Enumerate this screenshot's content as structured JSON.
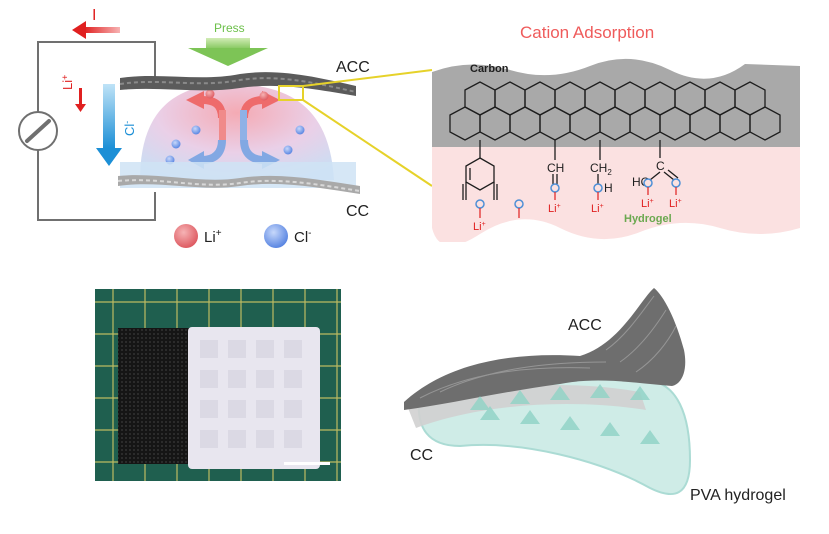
{
  "schematic": {
    "current_label": "I",
    "press_label": "Press",
    "li_arrow_label": "Li",
    "li_arrow_sup": "+",
    "cl_arrow_label": "Cl",
    "cl_arrow_sup": "-",
    "top_electrode_label": "ACC",
    "bottom_electrode_label": "CC",
    "legend": [
      {
        "label": "Li",
        "sup": "+",
        "color": "#e9757a"
      },
      {
        "label": "Cl",
        "sup": "-",
        "color": "#7fa2ea"
      }
    ]
  },
  "zoom_panel": {
    "title": "Cation Adsorption",
    "title_color": "#ef5b5b",
    "carbon_label": "Carbon",
    "hydrogel_label": "Hydrogel",
    "hydrogel_label_color": "#6aa84f",
    "li_label": "Li",
    "li_sup": "+",
    "groups": {
      "ch_label": "CH",
      "ch2_label": "CH",
      "ch2_sub": "2",
      "h_label": "H",
      "c_label": "C",
      "ho_label": "HO"
    }
  },
  "photo": {
    "colors": {
      "mat": "#1f5f4f",
      "grid": "#d8cc66",
      "cloth": "#202020",
      "gel": "#e8e6ef"
    }
  },
  "textile_3d": {
    "acc_label": "ACC",
    "cc_label": "CC",
    "hydrogel_label": "PVA hydrogel"
  }
}
